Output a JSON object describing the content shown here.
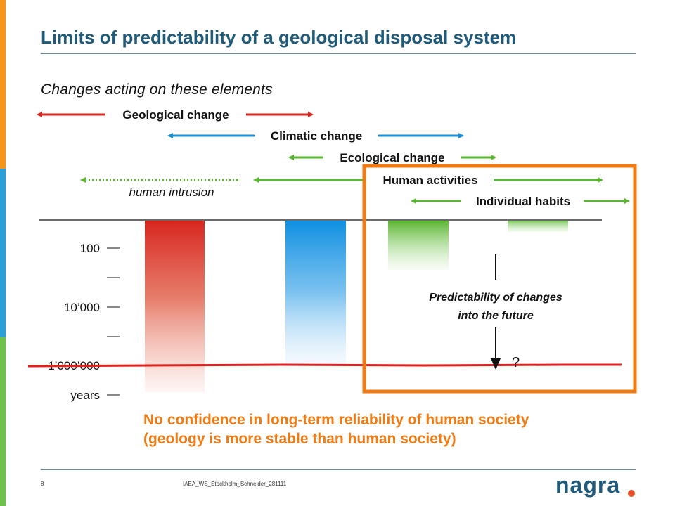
{
  "slide": {
    "title": "Limits of predictability of a geological disposal system",
    "subtitle": "Changes acting on these elements",
    "conclusion": [
      "No confidence in long-term reliability of human society",
      "(geology is more stable than human society)"
    ]
  },
  "changes": {
    "geological": "Geological change",
    "climatic": "Climatic change",
    "ecological": "Ecological change",
    "human_intrusion": "human intrusion",
    "human_activities": "Human activities",
    "individual_habits": "Individual habits"
  },
  "timescale": {
    "ticks": [
      "100",
      "10’000",
      "1’000’000",
      "years"
    ]
  },
  "predictability": {
    "line1": "Predictability of changes",
    "line2": "into the future",
    "question": "?"
  },
  "footer": {
    "page_number": "8",
    "document_id": "IAEA_WS_Stockholm_Schneider_281111"
  },
  "logo": {
    "text": "nagra"
  },
  "colors": {
    "geological": "#d7261e",
    "climatic": "#1a8fd8",
    "ecological": "#5ab631",
    "highlight_box": "#f07a14",
    "title": "#1f5a7a",
    "edge_orange": "#f7941d",
    "edge_blue": "#2aa0d6",
    "edge_green": "#6cc24a"
  }
}
